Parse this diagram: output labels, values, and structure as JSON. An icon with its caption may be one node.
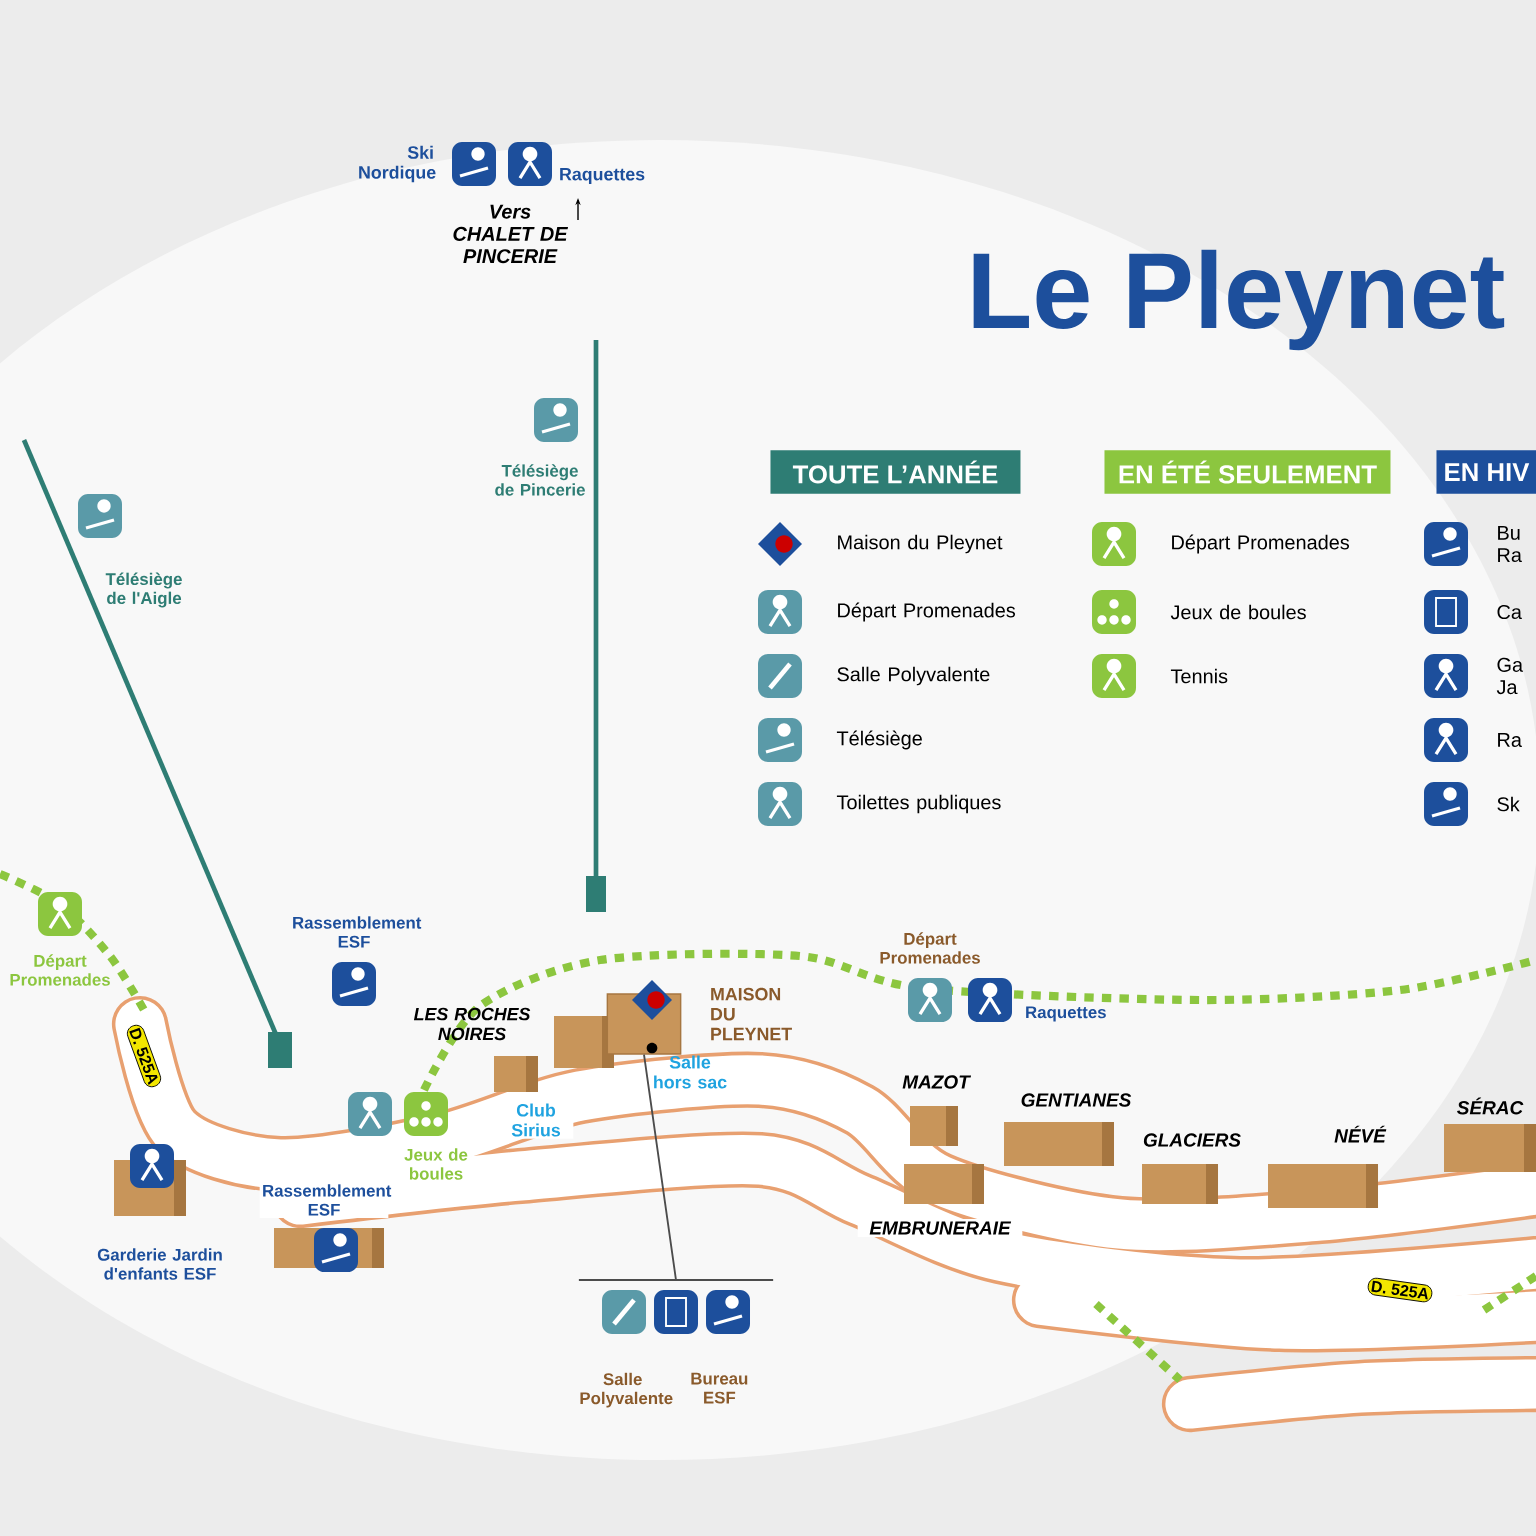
{
  "diagram": {
    "title": "Le Pleynet",
    "nodes": [
      {
        "text": [
          "TOUTE L’ANNÉE"
        ]
      },
      {
        "text": [
          "EN ÉTÉ SEULEMENT"
        ]
      },
      {
        "text": [
          "EN HIV"
        ]
      },
      {
        "text": [],
        "shape": "box"
      },
      {
        "text": [
          "Salle Polyvalente",
          "Bureau ESF"
        ]
      }
    ],
    "edges": [
      {
        "from": 4,
        "to": 3,
        "arrow": "none"
      }
    ],
    "labels": [
      "Ski Nordique",
      "Raquettes",
      "Vers CHALET DE PINCERIE",
      "Télésiège de Pincerie",
      "Télésiège de l'Aigle",
      "Départ Promenades",
      "Rassemblement ESF",
      "LES ROCHES NOIRES",
      "MAISON DU PLEYNET",
      "Salle hors sac",
      "Départ Promenades",
      "Raquettes",
      "D. 525A",
      "Club Sirius",
      "Jeux de boules",
      "MAZOT",
      "GENTIANES",
      "GLACIERS",
      "NÉVÉ",
      "SÉRAC",
      "Rassemblement ESF",
      "Garderie Jardin d'enfants ESF",
      "EMBRUNERAIE",
      "D. 525A"
    ],
    "legend": [
      {
        "text": "Maison du Pleynet"
      },
      {
        "text": "Départ Promenades"
      },
      {
        "text": "Salle Polyvalente"
      },
      {
        "text": "Télésiège"
      },
      {
        "text": "Toilettes publiques"
      },
      {
        "text": "Départ Promenades"
      },
      {
        "text": "Jeux de boules"
      },
      {
        "text": "Tennis"
      },
      {
        "text": "Bu Ra"
      },
      {
        "text": "Ca"
      },
      {
        "text": "Ga Ja"
      },
      {
        "text": "Ra"
      },
      {
        "text": "Sk"
      }
    ]
  }
}
